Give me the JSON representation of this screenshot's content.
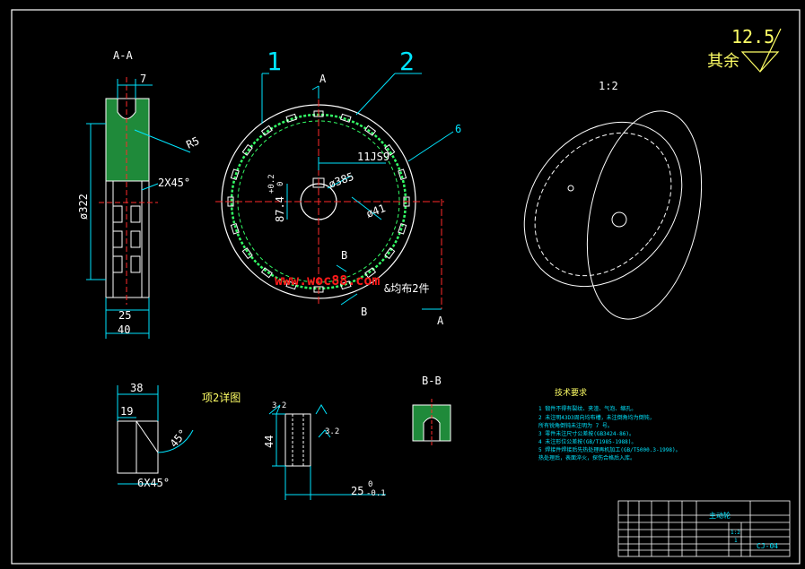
{
  "drawing": {
    "section_aa_label": "A-A",
    "section_bb_label": "B-B",
    "view_iso_label": "1:2",
    "detail_label": "项2详图",
    "balloons": [
      "1",
      "2",
      "6"
    ],
    "surface_finish_text": "其余",
    "surface_finish_value": "12.5",
    "cut_letters": {
      "a_top": "A",
      "a_bottom": "A",
      "b_top": "B",
      "b_bottom": "B"
    },
    "dims": {
      "slot_width": "7",
      "radius": "R5",
      "chamfer": "2X45°",
      "diameter_main": "ø322",
      "width_inner": "25",
      "width_outer": "40",
      "keyway": "11JS9",
      "bore_dim": "87.4",
      "bore_tol_upper": "+0.2",
      "bore_tol_lower": "0",
      "dia_385": "ø385",
      "dia_41": "ø41",
      "ra_small": "3.2",
      "count_note": "&均布2件",
      "detail_38": "38",
      "detail_19": "19",
      "detail_6x45": "6X45°",
      "detail_45": "45°",
      "detail2_44": "44",
      "detail2_25": "25",
      "detail2_25_tol_u": "0",
      "detail2_25_tol_l": "-0.1",
      "detail2_ra": "3.2"
    },
    "watermark": "www.woc88.com"
  },
  "tech_notes": {
    "title": "技术要求",
    "lines": [
      "1 锻件不得有裂纹、夹渣、气泡、缩孔。",
      "2 未注明43D3周向均布槽，未注倒角均为倒钝，",
      "  所有锐角倒钝未注明为 7 号。",
      "3 零件未注尺寸公差按(GB3424-86)。",
      "4 未注形位公差按(GB/T1985-1988)。",
      "5 焊接件焊接后先热处理再机加工(GB/T5000.3-1998)。",
      "  热处理后，表面淬火，探伤合格后入库。"
    ]
  },
  "title_block": {
    "part_name": "主动轮",
    "drawing_no": "CJ-04",
    "scale": "1:2",
    "sheet": "1"
  },
  "colors": {
    "border": "#ffffff",
    "dimension": "#00e5ff",
    "centerline": "#ff2a2a",
    "hatch": "#33ff66",
    "text": "#ffff66"
  }
}
